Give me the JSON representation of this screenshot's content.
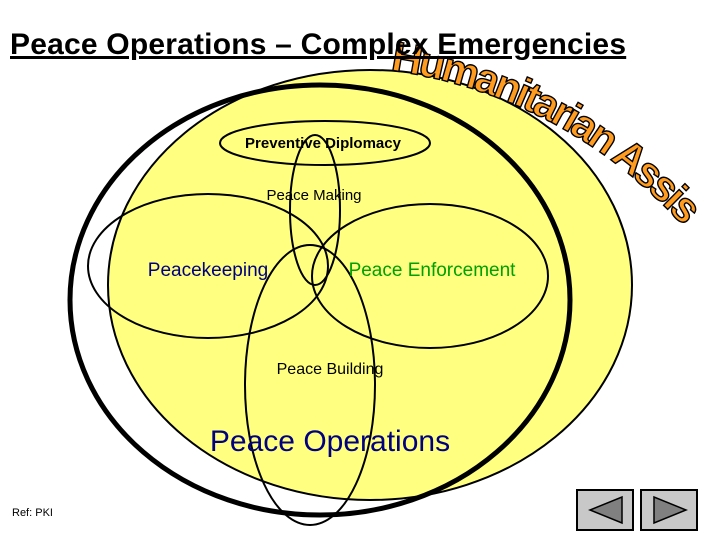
{
  "title": "Peace Operations – Complex Emergencies",
  "banner": "Humanitarian Assistance",
  "labels": {
    "preventive_diplomacy": "Preventive Diplomacy",
    "peace_making": "Peace Making",
    "peacekeeping": "Peacekeeping",
    "peace_enforcement": "Peace Enforcement",
    "peace_building": "Peace Building",
    "peace_operations": "Peace Operations"
  },
  "ref": "Ref: PKI",
  "nav": {
    "back_icon": "triangle-left-icon",
    "forward_icon": "triangle-right-icon"
  },
  "colors": {
    "fill": "#ffff80",
    "banner_fill": "#ff9b1e",
    "peacekeeping": "#000080",
    "peace_enforcement": "#00a000",
    "peace_operations": "#000080",
    "nav_button": "#c8c8c8"
  }
}
